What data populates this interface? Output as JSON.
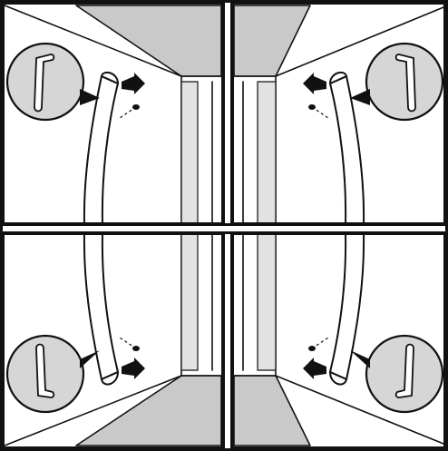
{
  "figure": {
    "panels": [
      {
        "id": "top-left",
        "position": "top-left",
        "wrench_orientation": "upright",
        "handle_end": "top",
        "arrow_direction": "right"
      },
      {
        "id": "top-right",
        "position": "top-right",
        "wrench_orientation": "upright-mirrored",
        "handle_end": "top",
        "arrow_direction": "left"
      },
      {
        "id": "bottom-left",
        "position": "bottom-left",
        "wrench_orientation": "inverted",
        "handle_end": "bottom",
        "arrow_direction": "right"
      },
      {
        "id": "bottom-right",
        "position": "bottom-right",
        "wrench_orientation": "inverted-mirrored",
        "handle_end": "bottom",
        "arrow_direction": "left"
      }
    ],
    "icons": [
      "hex-key-icon",
      "screw-icon",
      "arrow-icon",
      "door-handle-icon"
    ],
    "colors": {
      "line": "#111111",
      "background": "#ffffff",
      "shelf_grey": "#c9c9c9",
      "lens_grey": "#d6d6d6"
    }
  }
}
